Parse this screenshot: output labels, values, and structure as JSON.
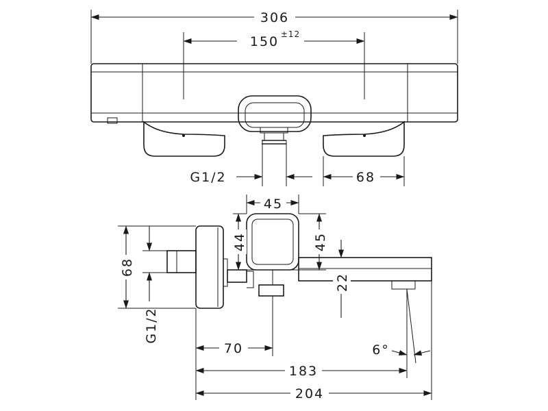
{
  "drawing": {
    "top_view": {
      "overall_width": "306",
      "handle_spacing": "150",
      "handle_spacing_tolerance": "±12",
      "connection_thread": "G1/2",
      "spout_offset": "68"
    },
    "side_view": {
      "handle_width": "45",
      "handle_height_left": "44",
      "handle_height_right": "45",
      "connection_centers": "68",
      "connection_thread": "G1/2",
      "spout_height": "22",
      "wall_to_outlet_axis": "70",
      "projection_outlet": "183",
      "overall_projection": "204",
      "outlet_angle": "6°"
    }
  }
}
